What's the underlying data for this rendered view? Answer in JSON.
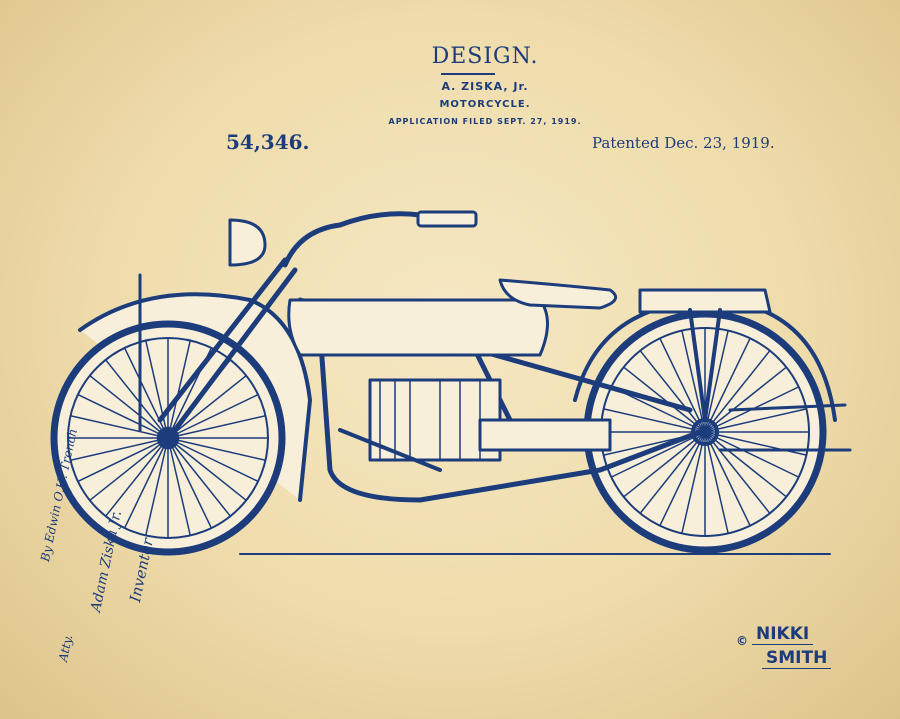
{
  "header": {
    "title": "DESIGN.",
    "inventor": "A. ZISKA, Jr.",
    "subject": "MOTORCYCLE.",
    "filed": "APPLICATION FILED SEPT. 27, 1919.",
    "patent_number": "54,346.",
    "patented": "Patented Dec. 23, 1919."
  },
  "signature": {
    "label": "Inventor",
    "name": "Adam Ziska Jr.",
    "by": "By Edwin O.H. Trench",
    "atty": "Atty."
  },
  "watermark": {
    "copyright": "©",
    "line1": "NIKKI",
    "line2": "SMITH"
  },
  "colors": {
    "ink": "#1c3c7c",
    "paper": "#efdcab",
    "fill": "#f7efd9"
  }
}
